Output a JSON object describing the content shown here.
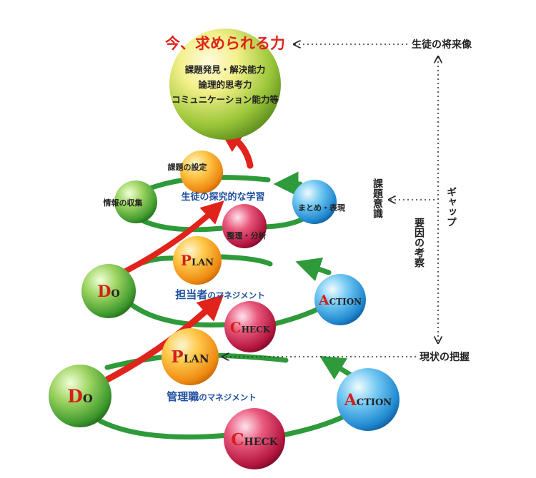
{
  "top_goal": {
    "title": "今、求められる力",
    "items": [
      "課題発見・解決能力",
      "論理的思考力",
      "コミュニケーション能力等"
    ]
  },
  "top_cycle": {
    "center": "生徒の探究的な学習",
    "nodes": {
      "set_task": "課題の設定",
      "collect": "情報の収集",
      "summarize": "まとめ・表現",
      "organize": "整理・分析"
    }
  },
  "middle_cycle": {
    "center_main": "担当者",
    "center_sub": "のマネジメント",
    "plan": {
      "big": "P",
      "small": "LAN"
    },
    "do": {
      "big": "D",
      "small": "O"
    },
    "check": {
      "big": "C",
      "small": "HECK"
    },
    "action": {
      "big": "A",
      "small": "CTION"
    }
  },
  "bottom_cycle": {
    "center_main": "管理職",
    "center_sub": "のマネジメント",
    "plan": {
      "big": "P",
      "small": "LAN"
    },
    "do": {
      "big": "D",
      "small": "O"
    },
    "check": {
      "big": "C",
      "small": "HECK"
    },
    "action": {
      "big": "A",
      "small": "CTION"
    }
  },
  "side": {
    "future": "生徒の将来像",
    "gap": "ギャップ",
    "issue": "課題意識",
    "factors": "要因の考察",
    "current": "現状の把握"
  },
  "colors": {
    "red": "#e0231b",
    "green": "#2e9a3a",
    "blue_text": "#1f4fa0"
  }
}
